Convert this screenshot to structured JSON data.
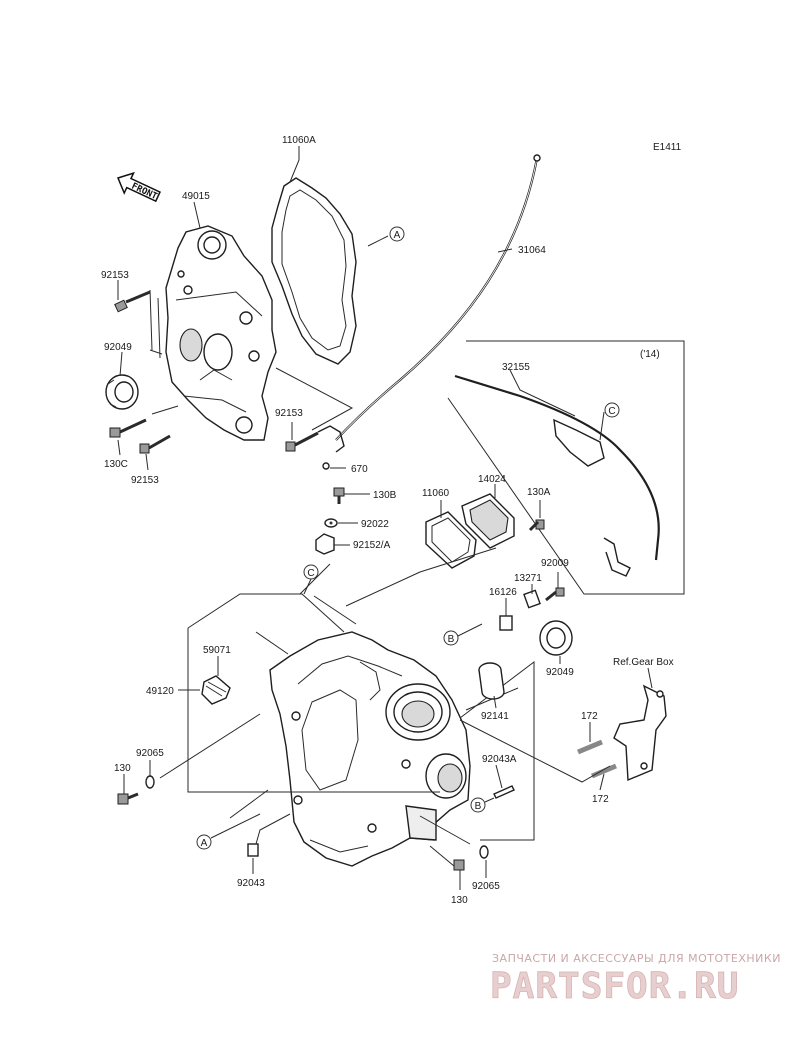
{
  "diagram_code": "E1411",
  "front_label": "FRONT",
  "year_note": "('14)",
  "ref_note": "Ref.Gear Box",
  "callouts": [
    {
      "key": "c_11060A",
      "text": "11060A"
    },
    {
      "key": "c_49015",
      "text": "49015"
    },
    {
      "key": "c_31064",
      "text": "31064"
    },
    {
      "key": "c_92153_a",
      "text": "92153"
    },
    {
      "key": "c_92049_a",
      "text": "92049"
    },
    {
      "key": "c_130C",
      "text": "130C"
    },
    {
      "key": "c_92153_b",
      "text": "92153"
    },
    {
      "key": "c_92153_c",
      "text": "92153"
    },
    {
      "key": "c_670",
      "text": "670"
    },
    {
      "key": "c_32155",
      "text": "32155"
    },
    {
      "key": "c_130B",
      "text": "130B"
    },
    {
      "key": "c_92022",
      "text": "92022"
    },
    {
      "key": "c_92152A",
      "text": "92152/A"
    },
    {
      "key": "c_11060",
      "text": "11060"
    },
    {
      "key": "c_14024",
      "text": "14024"
    },
    {
      "key": "c_130A",
      "text": "130A"
    },
    {
      "key": "c_92009",
      "text": "92009"
    },
    {
      "key": "c_13271",
      "text": "13271"
    },
    {
      "key": "c_16126",
      "text": "16126"
    },
    {
      "key": "c_59071",
      "text": "59071"
    },
    {
      "key": "c_49120",
      "text": "49120"
    },
    {
      "key": "c_92049_b",
      "text": "92049"
    },
    {
      "key": "c_92141",
      "text": "92141"
    },
    {
      "key": "c_92065_a",
      "text": "92065"
    },
    {
      "key": "c_130_a",
      "text": "130"
    },
    {
      "key": "c_172_a",
      "text": "172"
    },
    {
      "key": "c_172_b",
      "text": "172"
    },
    {
      "key": "c_92043A",
      "text": "92043A"
    },
    {
      "key": "c_92043",
      "text": "92043"
    },
    {
      "key": "c_130_b",
      "text": "130"
    },
    {
      "key": "c_92065_b",
      "text": "92065"
    }
  ],
  "markers": {
    "a": "A",
    "b": "B",
    "c": "C"
  },
  "watermark": {
    "tagline": "ЗАПЧАСТИ И АКСЕССУАРЫ ДЛЯ МОТОТЕХНИКИ",
    "brand": "PARTSFOR.RU"
  }
}
